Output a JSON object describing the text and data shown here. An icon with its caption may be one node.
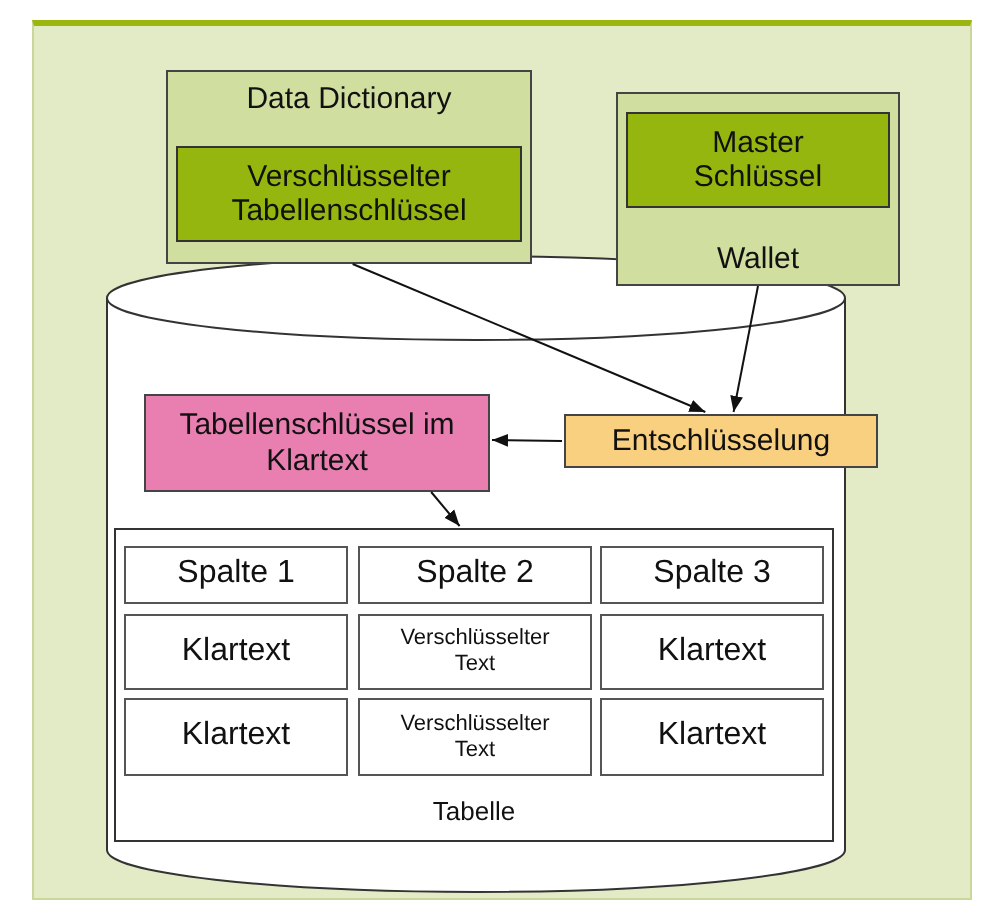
{
  "diagram": {
    "nodes": [
      {
        "text": [],
        "shape": "cylinder"
      },
      {
        "text": [
          "Data Dictionary"
        ]
      },
      {
        "text": [
          "Verschlüsselter Tabellenschlüssel"
        ],
        "in": 1
      },
      {
        "text": [
          "Wallet"
        ]
      },
      {
        "text": [
          "Master Schlüssel"
        ],
        "in": 3
      },
      {
        "text": [
          "Tabellenschlüssel im Klartext"
        ],
        "in": 0
      },
      {
        "text": [
          "Entschlüsselung"
        ],
        "in": 0
      },
      {
        "text": [
          "Tabelle"
        ],
        "in": 0
      },
      {
        "text": [
          "Spalte 1"
        ],
        "in": 7
      },
      {
        "text": [
          "Spalte 2"
        ],
        "in": 7
      },
      {
        "text": [
          "Spalte 3"
        ],
        "in": 7
      },
      {
        "text": [
          "Klartext"
        ],
        "in": 7
      },
      {
        "text": [
          "Verschlüsselter Text"
        ],
        "in": 7
      },
      {
        "text": [
          "Klartext"
        ],
        "in": 7
      },
      {
        "text": [
          "Klartext"
        ],
        "in": 7
      },
      {
        "text": [
          "Verschlüsselter Text"
        ],
        "in": 7
      },
      {
        "text": [
          "Klartext"
        ],
        "in": 7
      }
    ],
    "edges": [
      {
        "from": 1,
        "to": 6,
        "arrow": "to"
      },
      {
        "from": 3,
        "to": 6,
        "arrow": "to"
      },
      {
        "from": 6,
        "to": 5,
        "arrow": "to"
      },
      {
        "from": 5,
        "to": 7,
        "arrow": "to"
      }
    ]
  }
}
